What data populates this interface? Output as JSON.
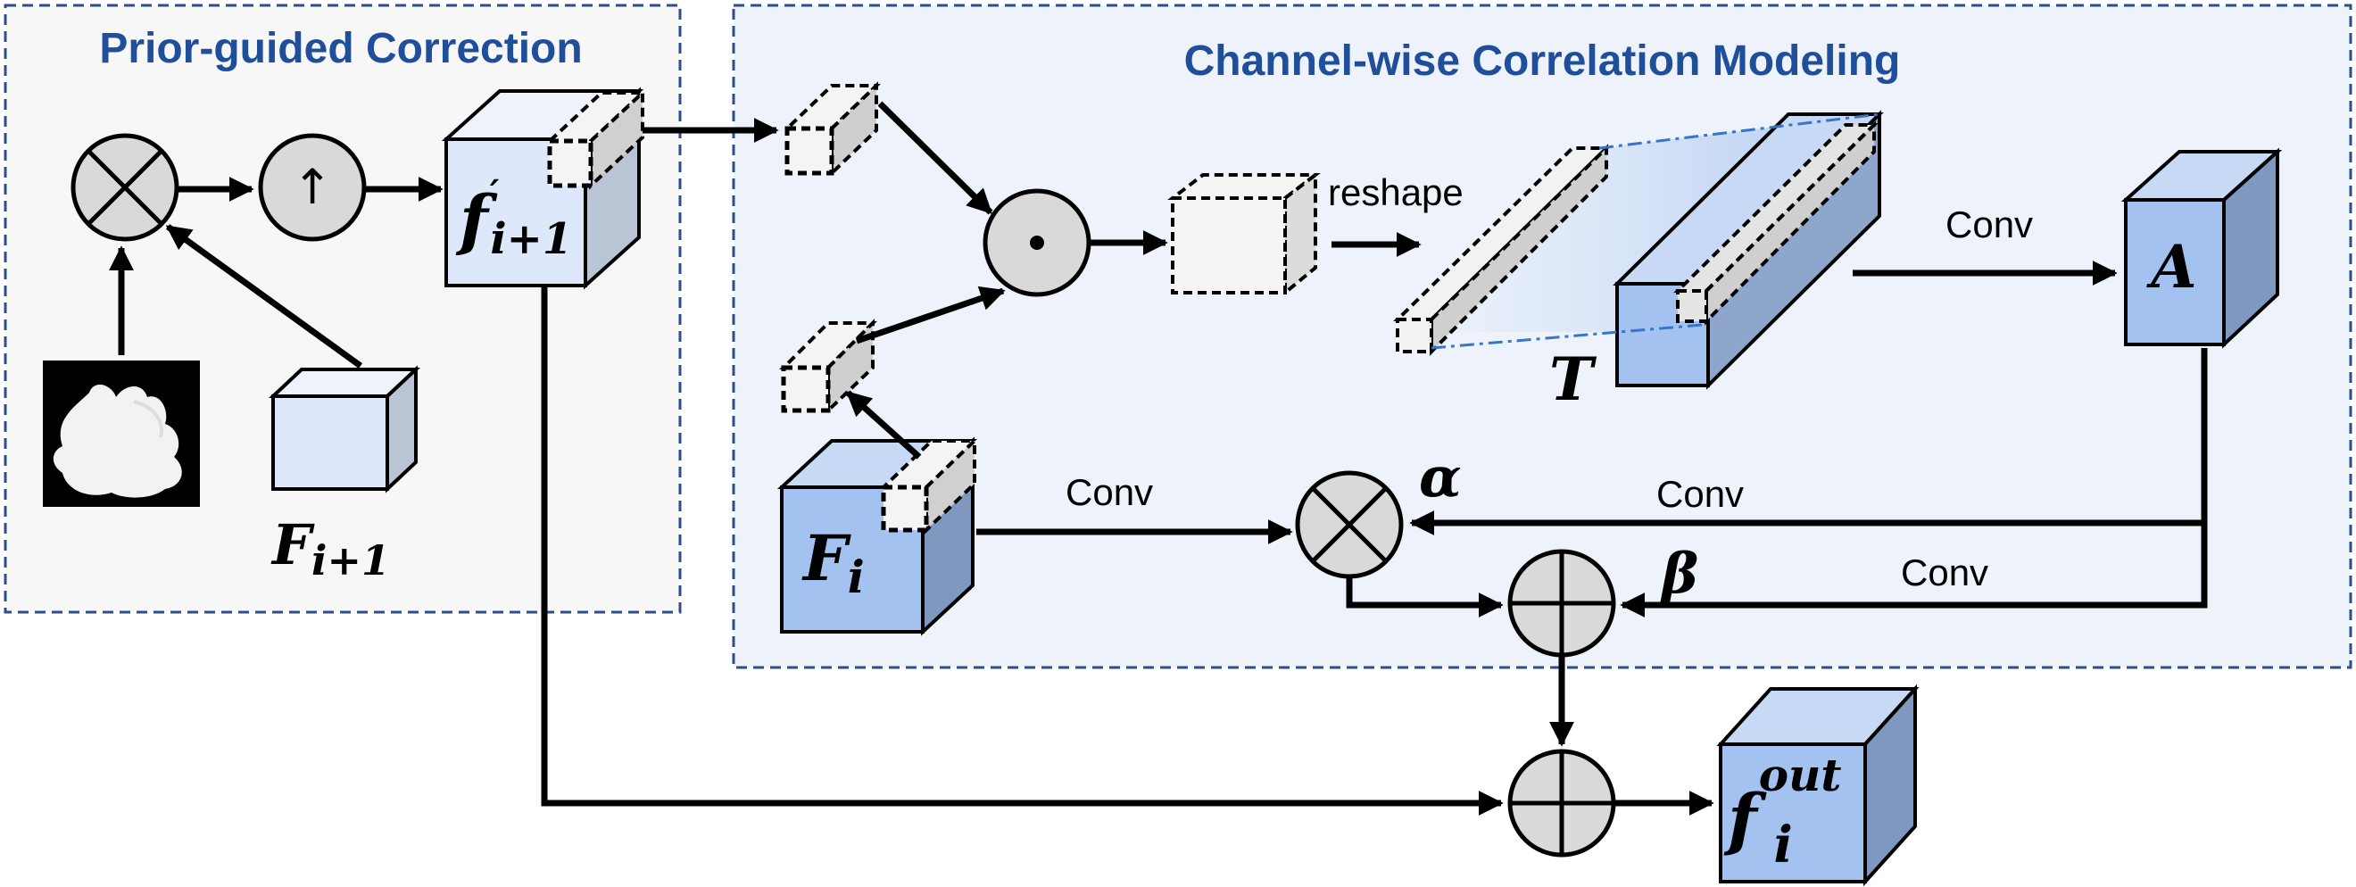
{
  "panels": {
    "prior": {
      "title": "Prior-guided Correction"
    },
    "channel": {
      "title": "Channel-wise Correlation Modeling"
    }
  },
  "ops": {
    "multiply": "⊗",
    "upsample": "↑",
    "dot": "⊙",
    "add": "⊕"
  },
  "symbols": {
    "f_prime": {
      "base": "f",
      "prime": "′",
      "sub": "i+1"
    },
    "F_next": {
      "base": "F",
      "sub": "i+1"
    },
    "F_i": {
      "base": "F",
      "sub": "i"
    },
    "T": "T",
    "A": "A",
    "alpha": "α",
    "beta": "β",
    "f_out": {
      "base": "f",
      "sub": "i",
      "sup": "out"
    }
  },
  "edge_labels": {
    "reshape": "reshape",
    "conv_a": "Conv",
    "conv_fi": "Conv",
    "conv_alpha": "Conv",
    "conv_beta": "Conv"
  },
  "colors": {
    "panel_left_bg": "#f7f7f7",
    "panel_right_bg": "#eef3fb",
    "panel_border": "#2f4d8a",
    "title": "#1f4e9b",
    "cube_light": "#dde9fa",
    "cube_dark": "#a4c2f0",
    "op_fill": "#d9d9d9"
  }
}
